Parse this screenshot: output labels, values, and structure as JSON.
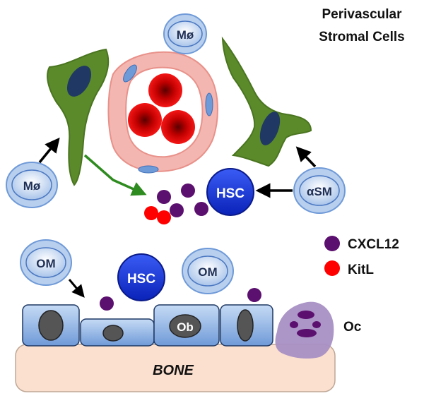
{
  "title": {
    "line1": "Perivascular",
    "line2": "Stromal Cells"
  },
  "cells": {
    "macrophage_top": "Mø",
    "macrophage_left": "Mø",
    "alpha_sm": "αSM",
    "hsc_upper": "HSC",
    "hsc_lower": "HSC",
    "om_left": "OM",
    "om_right": "OM",
    "osteoblast": "Ob",
    "osteoclast": "Oc"
  },
  "legend": {
    "cxcl12": "CXCL12",
    "kitl": "KitL"
  },
  "bone_label": "BONE",
  "colors": {
    "stromal": "#5b8a2a",
    "stromal_nucleus": "#1f3864",
    "vessel_wall": "#f4b6b0",
    "rbc": "#e60000",
    "cxcl12": "#5b0f6e",
    "kitl": "#ff0000",
    "hsc": "#1f3fd6",
    "light_cell": "#b8cfee",
    "bone": "#fbe0cf",
    "osteoclast": "#a88fc4",
    "arrow_green": "#2e8b1f"
  }
}
